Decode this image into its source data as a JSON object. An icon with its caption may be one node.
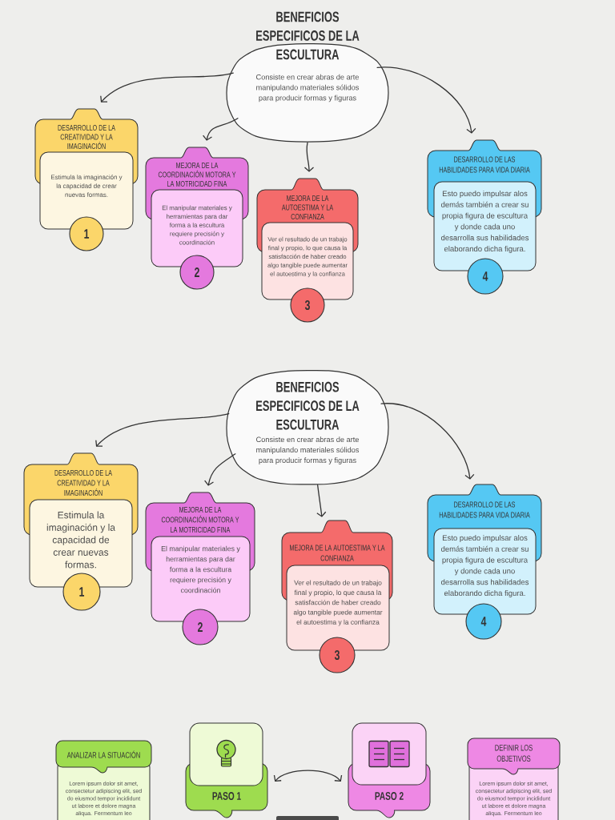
{
  "diagram": {
    "nodes": [
      {
        "text": [
          "BENEFICIOS ESPECIFICOS DE LA ESCULTURA",
          "Consiste en crear abras de arte manipulando materiales sólidos para producir formas y figuras"
        ]
      },
      {
        "text": [
          "DESARROLLO DE LA CREATIVIDAD Y LA IMAGINACIÓN",
          "Estimula la imaginación y la capacidad de crear nuevas formas."
        ]
      },
      {
        "text": [
          "1"
        ]
      },
      {
        "text": [
          "MEJORA DE LA COORDINACIÓN MOTORA Y LA MOTRICIDAD FINA",
          "El manipular materiales y herramientas para dar forma a la escultura requiere precisión y coordinación"
        ]
      },
      {
        "text": [
          "2"
        ]
      },
      {
        "text": [
          "MEJORA DE LA AUTOESTIMA Y LA CONFIANZA",
          "Ver el resultado de un trabajo final y propio, lo que causa la satisfacción de haber creado algo tangible puede aumentar el autoestima y la confianza"
        ]
      },
      {
        "text": [
          "3"
        ]
      },
      {
        "text": [
          "DESARROLLO DE LAS HABILIDADES PARA VIDA DIARIA",
          "Esto puedo impulsar alos demás también a crear su propia figura de escultura y donde cada uno desarrolla sus habilidades elaborando dicha figura."
        ]
      },
      {
        "text": [
          "4"
        ]
      },
      {
        "text": [
          "BENEFICIOS ESPECIFICOS DE LA ESCULTURA",
          "Consiste en crear abras de arte manipulando materiales sólidos para producir formas y figuras"
        ]
      },
      {
        "text": [
          "DESARROLLO DE LA CREATIVIDAD Y LA IMAGINACIÓN",
          "Estimula la imaginación y la capacidad de crear nuevas formas."
        ]
      },
      {
        "text": [
          "1"
        ]
      },
      {
        "text": [
          "MEJORA DE LA COORDINACIÓN MOTORA Y LA MOTRICIDAD FINA",
          "El manipular materiales y herramientas para dar forma a la escultura requiere precisión y coordinación"
        ]
      },
      {
        "text": [
          "2"
        ]
      },
      {
        "text": [
          "MEJORA DE LA AUTOESTIMA Y LA CONFIANZA",
          "Ver el resultado de un trabajo final y propio, lo que causa la satisfacción de haber creado algo tangible puede aumentar el autoestima y la confianza"
        ]
      },
      {
        "text": [
          "3"
        ]
      },
      {
        "text": [
          "DESARROLLO DE LAS HABILIDADES PARA VIDA DIARIA",
          "Esto puedo impulsar alos demás también a crear su propia figura de escultura y donde cada uno desarrolla sus habilidades elaborando dicha figura."
        ]
      },
      {
        "text": [
          "4"
        ]
      },
      {
        "text": [
          "ANALIZAR LA SITUACIÓN",
          "Lorem ipsum dolor sit amet, consectetur adipiscing elit, sed do eiusmod tempor incididunt ut labore et dolore magna aliqua. Fermentum leo"
        ]
      },
      {
        "text": [
          "PASO 1"
        ]
      },
      {
        "text": [
          "PASO 2"
        ]
      },
      {
        "text": [
          "DEFINIR LOS OBJETIVOS",
          "Lorem ipsum dolor sit amet, consectetur adipiscing elit, sed do eiusmod tempor incididunt ut labore et dolore magna aliqua. Fermentum leo"
        ]
      }
    ],
    "edges": [
      {
        "from": 0,
        "to": 1,
        "arrow": "to"
      },
      {
        "from": 0,
        "to": 3,
        "arrow": "to"
      },
      {
        "from": 0,
        "to": 5,
        "arrow": "to"
      },
      {
        "from": 0,
        "to": 7,
        "arrow": "to"
      },
      {
        "from": 9,
        "to": 10,
        "arrow": "to"
      },
      {
        "from": 9,
        "to": 12,
        "arrow": "to"
      },
      {
        "from": 9,
        "to": 14,
        "arrow": "to"
      },
      {
        "from": 9,
        "to": 16,
        "arrow": "to"
      },
      {
        "from": 19,
        "to": 20,
        "arrow": "both"
      }
    ]
  }
}
